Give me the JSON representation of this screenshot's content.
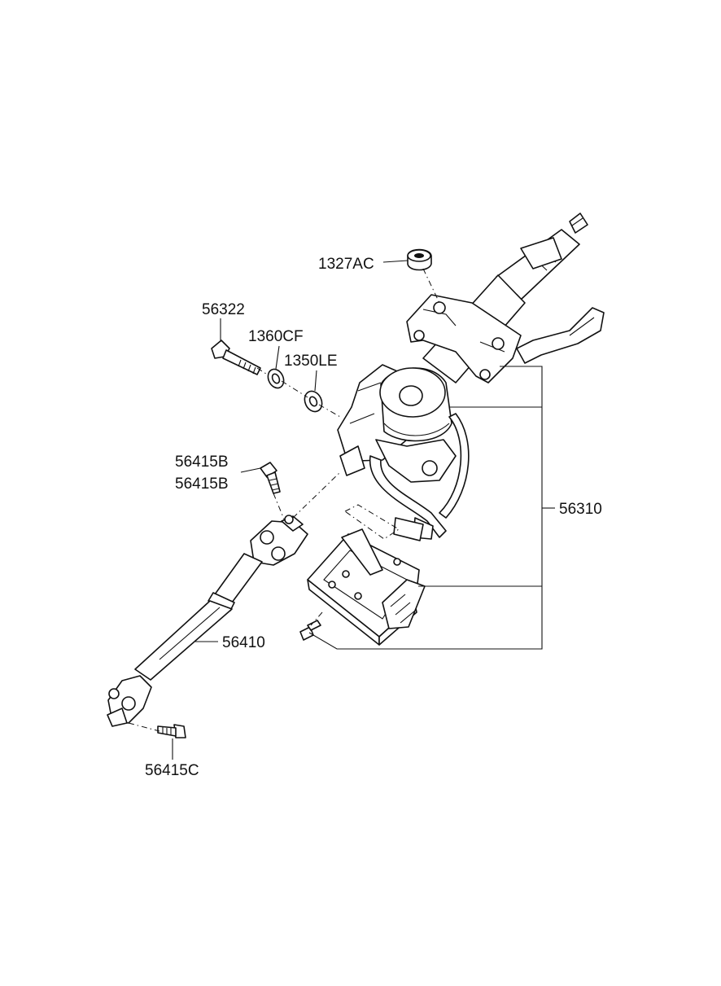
{
  "labels": {
    "p1327AC": "1327AC",
    "p56322": "56322",
    "p1360CF": "1360CF",
    "p1350LE": "1350LE",
    "p56415B_a": "56415B",
    "p56415B_b": "56415B",
    "p56310": "56310",
    "p56410": "56410",
    "p56415C": "56415C"
  }
}
